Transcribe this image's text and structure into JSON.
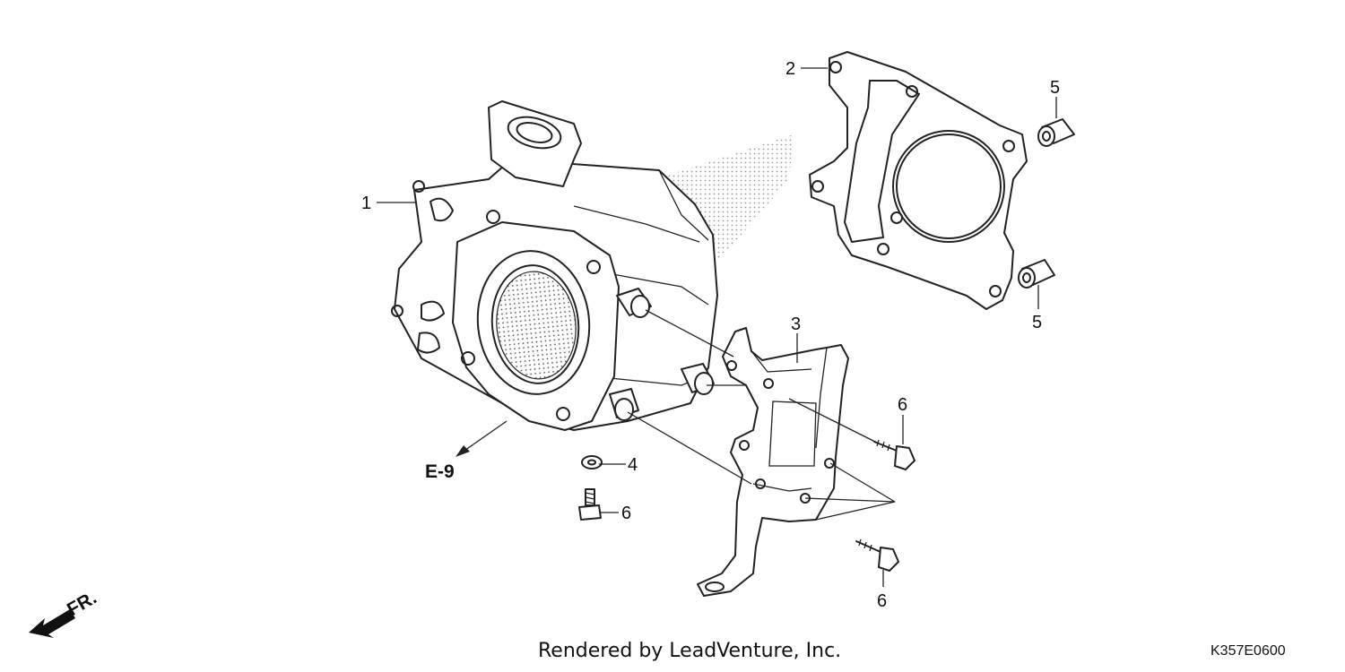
{
  "callouts": {
    "cylinder": "1",
    "gasket": "2",
    "bracket": "3",
    "washer": "4",
    "dowel_top": "5",
    "dowel_bottom": "5",
    "bolt_right_upper": "6",
    "bolt_left": "6",
    "bolt_right_lower": "6"
  },
  "reference": {
    "label": "E-9"
  },
  "direction": {
    "label": "FR."
  },
  "footer": {
    "credit": "Rendered by LeadVenture, Inc.",
    "diagram_code": "K357E0600"
  }
}
